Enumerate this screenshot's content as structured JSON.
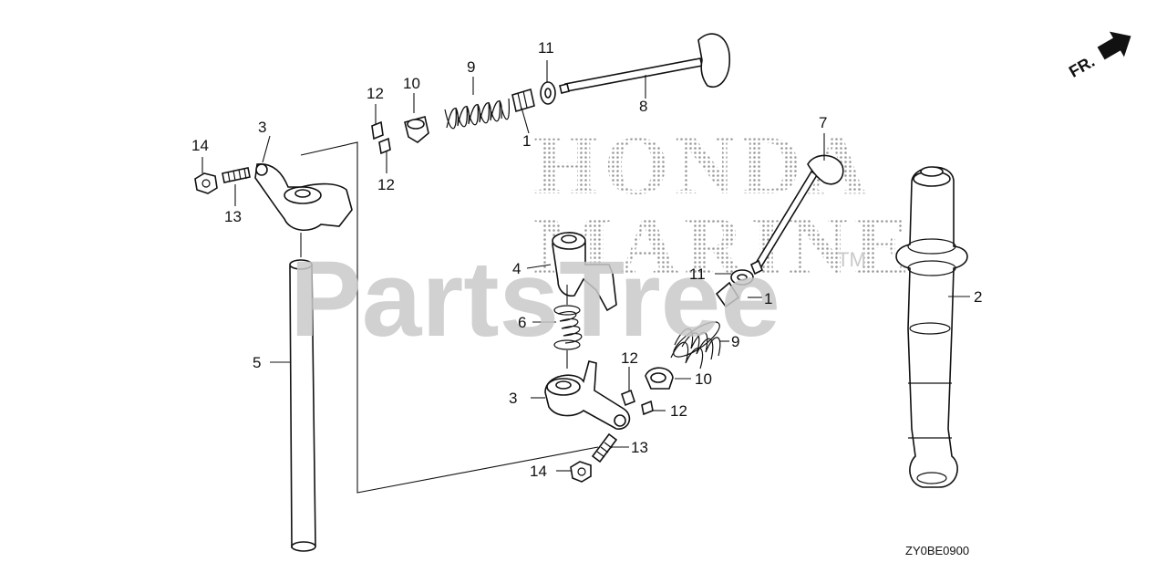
{
  "watermark": {
    "brand_line1": "HONDA",
    "brand_line2": "MARINE",
    "site": "PartsTree",
    "trademark": "TM"
  },
  "orientation": {
    "label": "FR."
  },
  "diagram_code": "ZY0BE0900",
  "callouts": {
    "c1a": "1",
    "c1b": "1",
    "c2": "2",
    "c3a": "3",
    "c3b": "3",
    "c4": "4",
    "c5": "5",
    "c6": "6",
    "c7": "7",
    "c8": "8",
    "c9a": "9",
    "c9b": "9",
    "c10a": "10",
    "c10b": "10",
    "c11a": "11",
    "c11b": "11",
    "c12a": "12",
    "c12b": "12",
    "c12c": "12",
    "c12d": "12",
    "c13a": "13",
    "c13b": "13",
    "c14a": "14",
    "c14b": "14"
  }
}
